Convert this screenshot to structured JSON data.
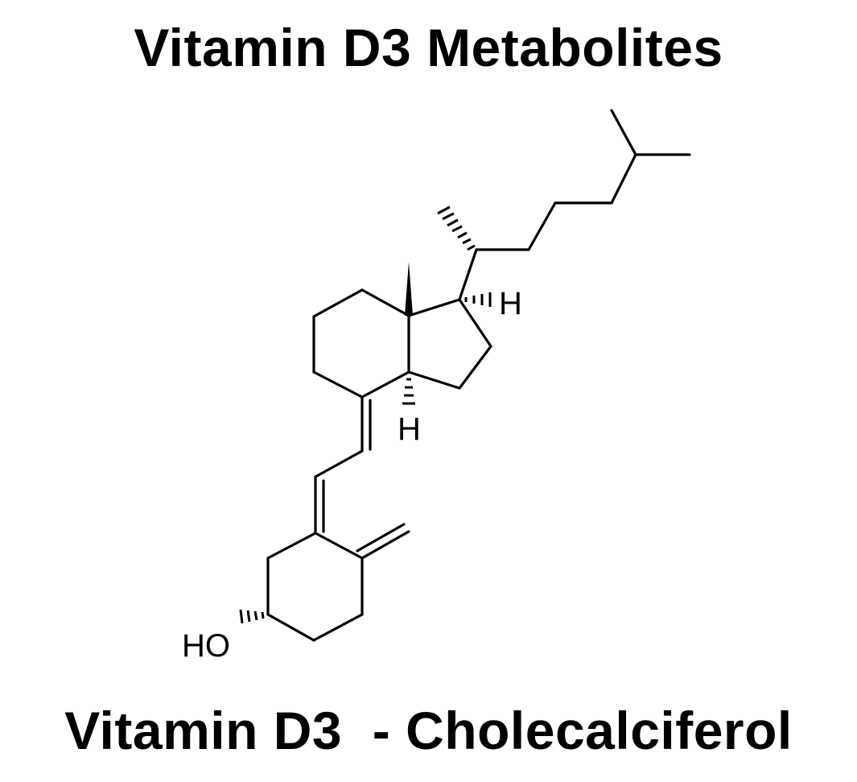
{
  "title": "Vitamin D3 Metabolites",
  "caption": "Vitamin D3  - Cholecalciferol",
  "structure": {
    "atoms": {
      "hydroxyl": "HO",
      "hydrogen_c17": "H",
      "hydrogen_c14": "H"
    }
  },
  "colors": {
    "background": "#ffffff",
    "ink": "#000000"
  }
}
